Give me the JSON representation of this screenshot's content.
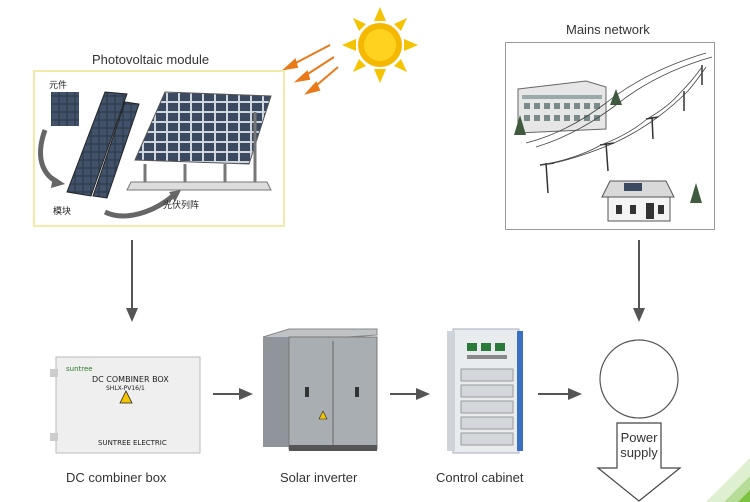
{
  "labels": {
    "pv_module": "Photovoltaic module",
    "mains_network": "Mains network",
    "dc_combiner": "DC combiner box",
    "solar_inverter": "Solar inverter",
    "control_cabinet": "Control cabinet",
    "power_supply": "Power supply"
  },
  "pv_image_text": {
    "cell": "元件",
    "module": "模块",
    "array": "光伏列阵"
  },
  "combiner_box_text": {
    "brand": "suntree",
    "title": "DC COMBINER BOX",
    "model": "SHLX-PV16/1",
    "maker": "SUNTREE ELECTRIC"
  },
  "colors": {
    "arrow": "#555555",
    "sun": "#f5b800",
    "sun_rays": "#e87a1a",
    "pv_frame": "#f3e9a8",
    "corner_accent": "#7cc243"
  }
}
